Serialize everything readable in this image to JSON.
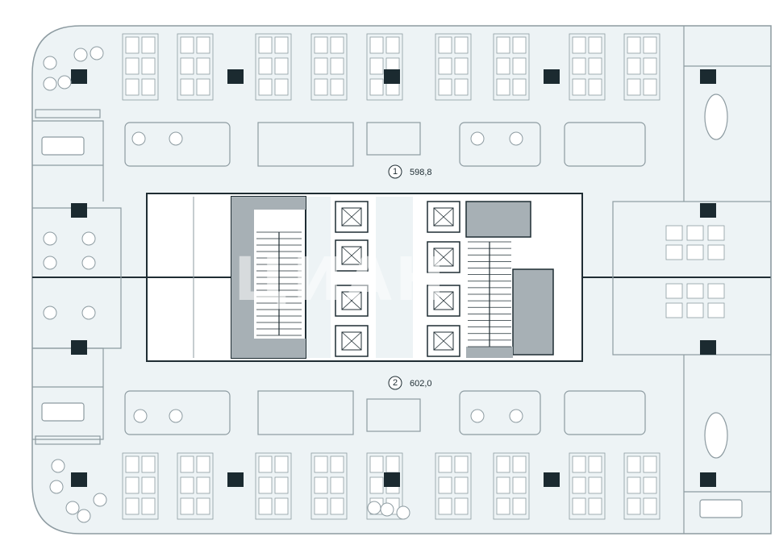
{
  "plan": {
    "rooms": [
      {
        "number": "1",
        "area": "598,8"
      },
      {
        "number": "2",
        "area": "602,0"
      }
    ],
    "watermark": "ЦИАН",
    "colors": {
      "floor": "#edf3f5",
      "line": "#8d9ba1",
      "dark": "#1f2d33",
      "core": "#a7b0b5",
      "pillar": "#1b2a30",
      "bg": "#ffffff"
    }
  }
}
